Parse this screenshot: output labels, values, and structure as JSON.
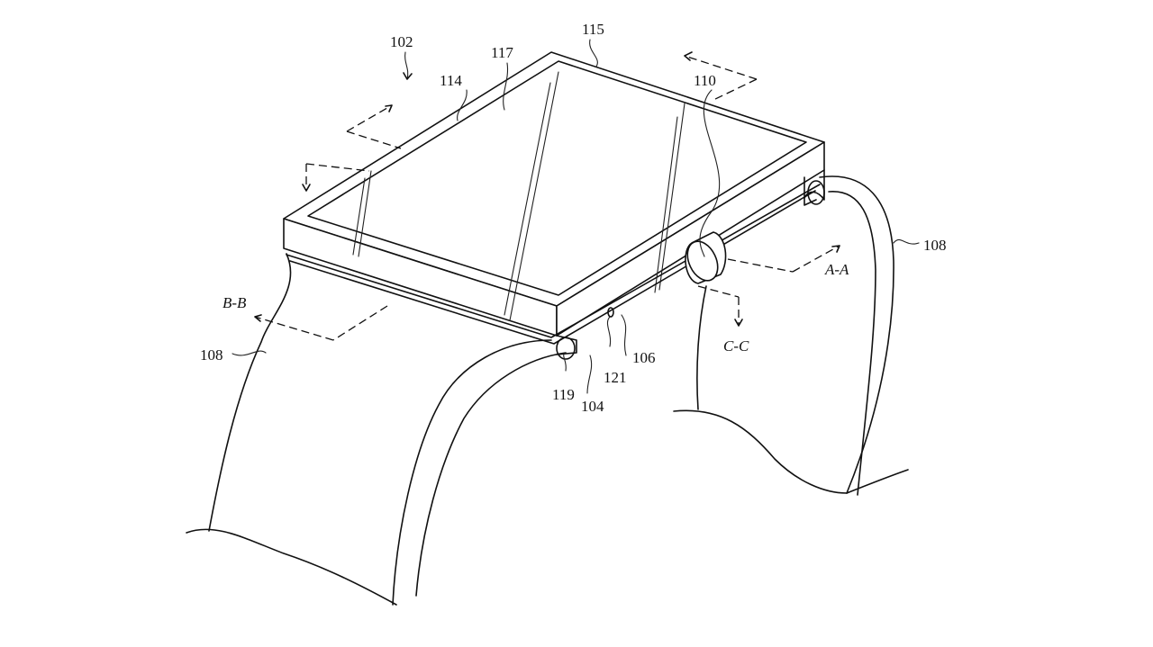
{
  "labels": {
    "ref_102": "102",
    "ref_114": "114",
    "ref_117": "117",
    "ref_115": "115",
    "ref_110": "110",
    "ref_108_right": "108",
    "ref_108_left": "108",
    "section_aa": "A-A",
    "section_bb": "B-B",
    "section_cc": "C-C",
    "ref_106": "106",
    "ref_121": "121",
    "ref_119": "119",
    "ref_104": "104"
  },
  "colors": {
    "line": "#111111",
    "background": "#ffffff"
  }
}
